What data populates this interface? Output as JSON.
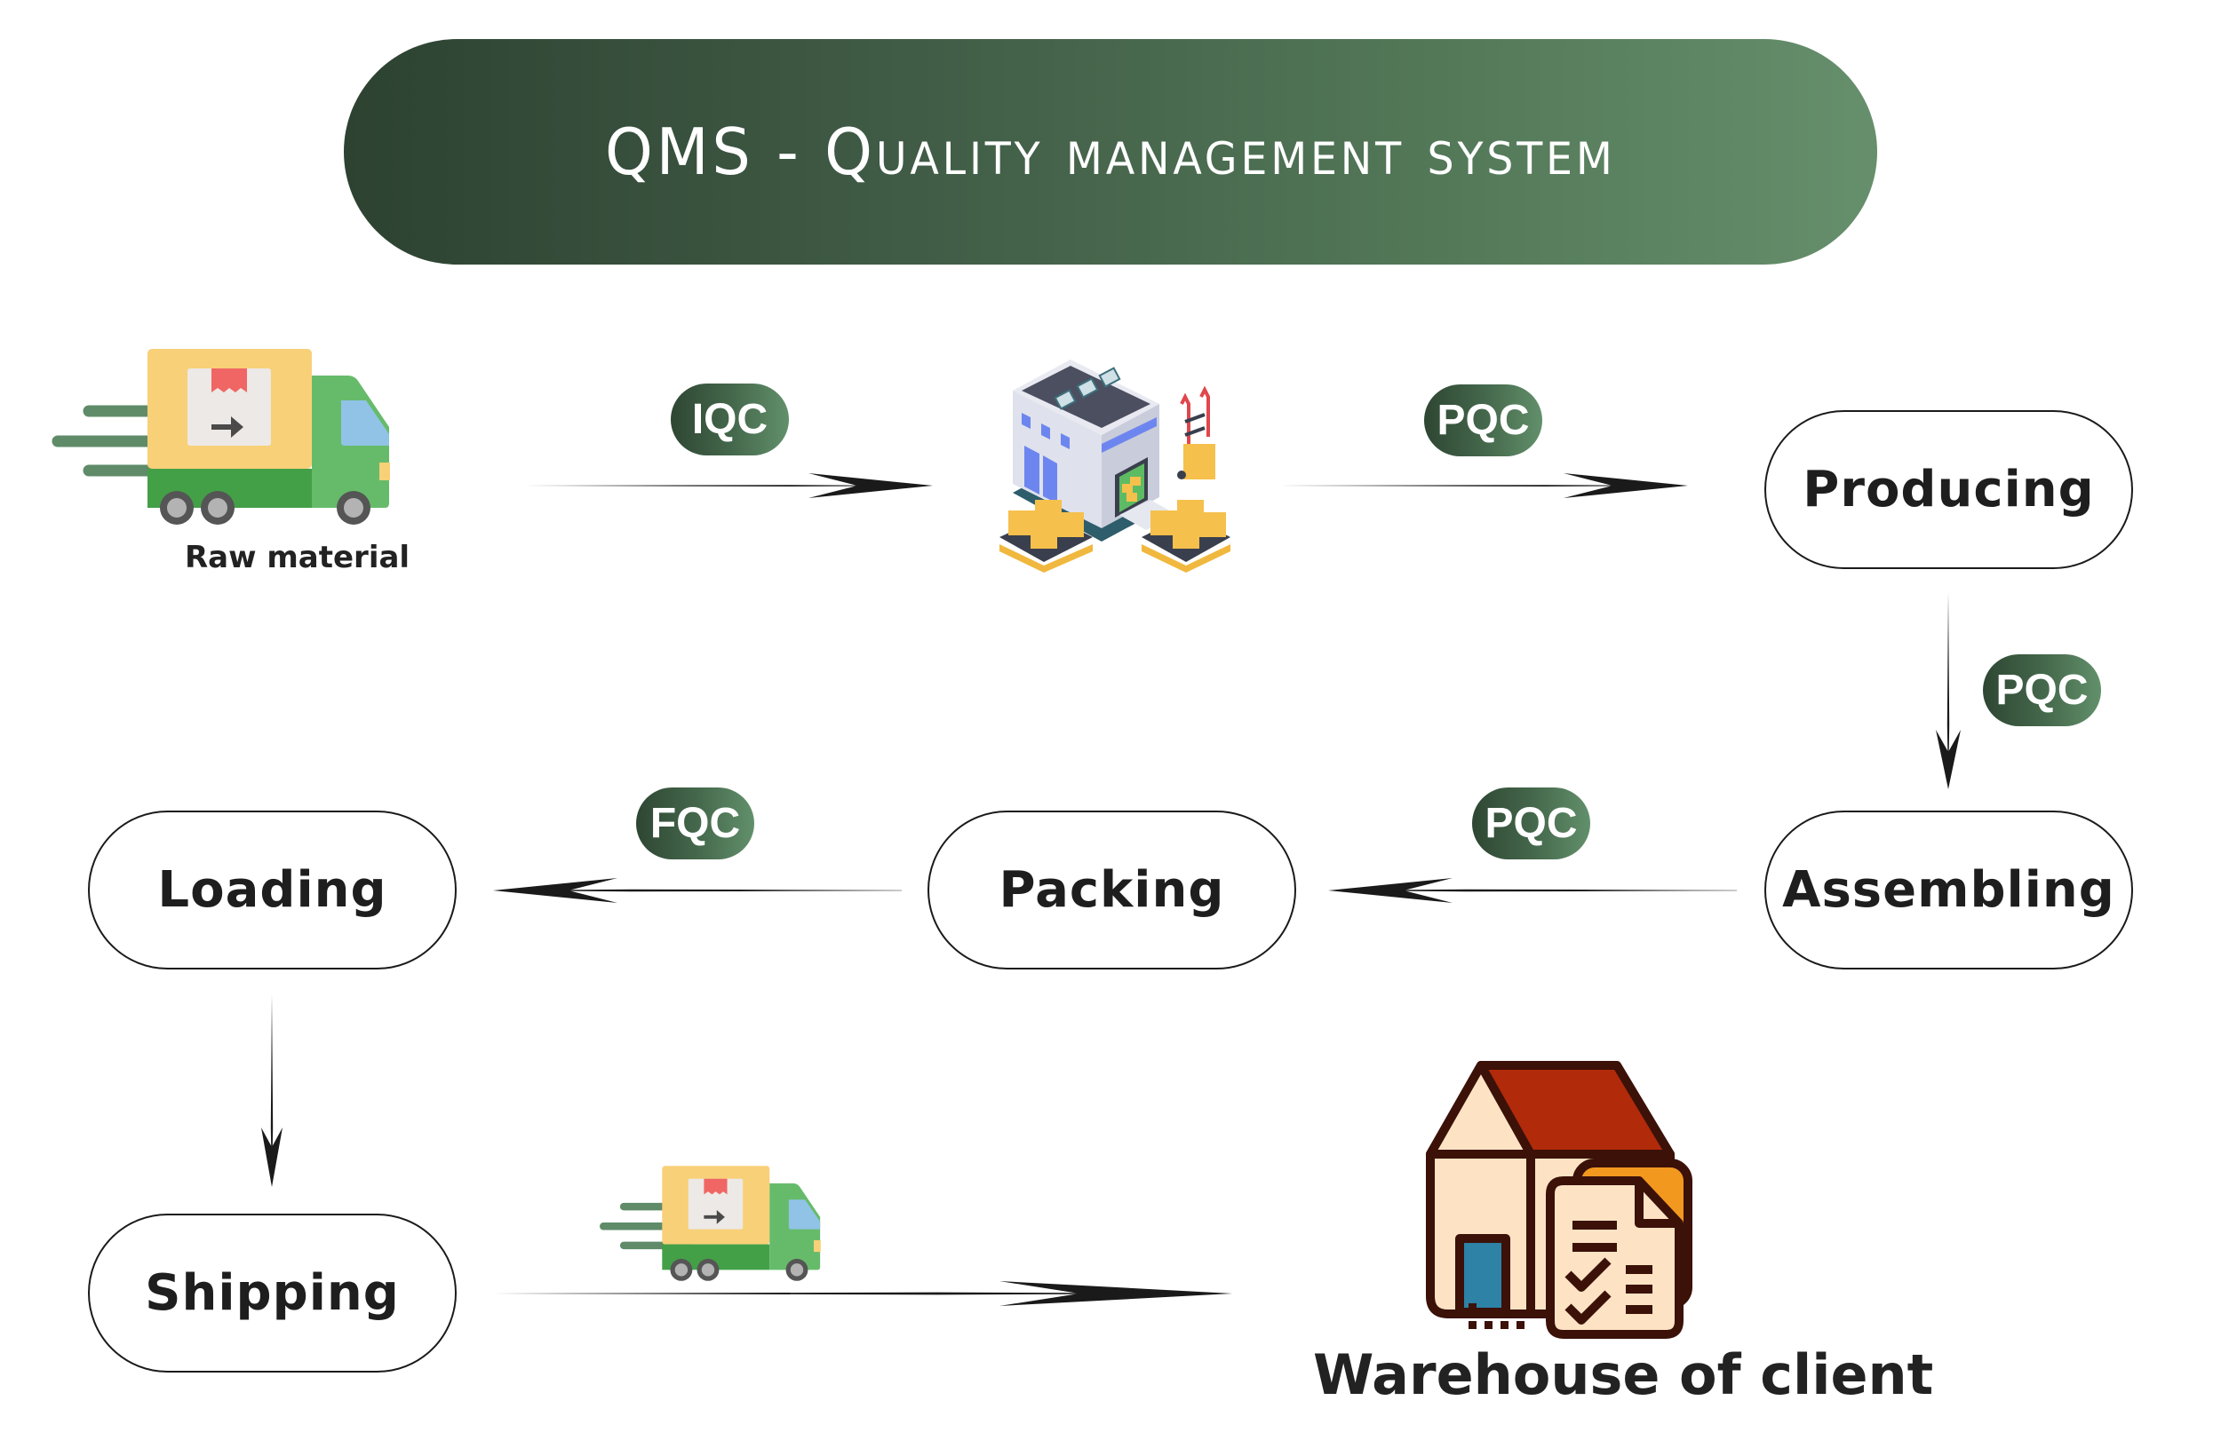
{
  "title": "QMS - Quality management system",
  "colors": {
    "banner_start": "#2d4231",
    "banner_end": "#668f6c",
    "node_border": "#1a1a1a",
    "arrow": "#1a1a1a"
  },
  "icons": {
    "raw_material": "delivery-truck-icon",
    "factory": "factory-warehouse-icon",
    "shipping": "delivery-truck-icon",
    "client_warehouse": "house-checklist-icon"
  },
  "flow": {
    "raw_material_label": "Raw material",
    "steps": [
      {
        "id": "producing",
        "label": "Producing"
      },
      {
        "id": "assembling",
        "label": "Assembling"
      },
      {
        "id": "packing",
        "label": "Packing"
      },
      {
        "id": "loading",
        "label": "Loading"
      },
      {
        "id": "shipping",
        "label": "Shipping"
      }
    ],
    "client_label": "Warehouse of client",
    "checks": {
      "raw_to_factory": "IQC",
      "factory_to_producing": "PQC",
      "producing_to_assembling": "PQC",
      "assembling_to_packing": "PQC",
      "packing_to_loading": "FQC"
    },
    "connections": [
      {
        "from": "raw_material",
        "to": "factory",
        "check": "IQC"
      },
      {
        "from": "factory",
        "to": "producing",
        "check": "PQC"
      },
      {
        "from": "producing",
        "to": "assembling",
        "check": "PQC"
      },
      {
        "from": "assembling",
        "to": "packing",
        "check": "PQC"
      },
      {
        "from": "packing",
        "to": "loading",
        "check": "FQC"
      },
      {
        "from": "loading",
        "to": "shipping",
        "check": ""
      },
      {
        "from": "shipping",
        "to": "warehouse_of_client",
        "check": ""
      }
    ]
  }
}
